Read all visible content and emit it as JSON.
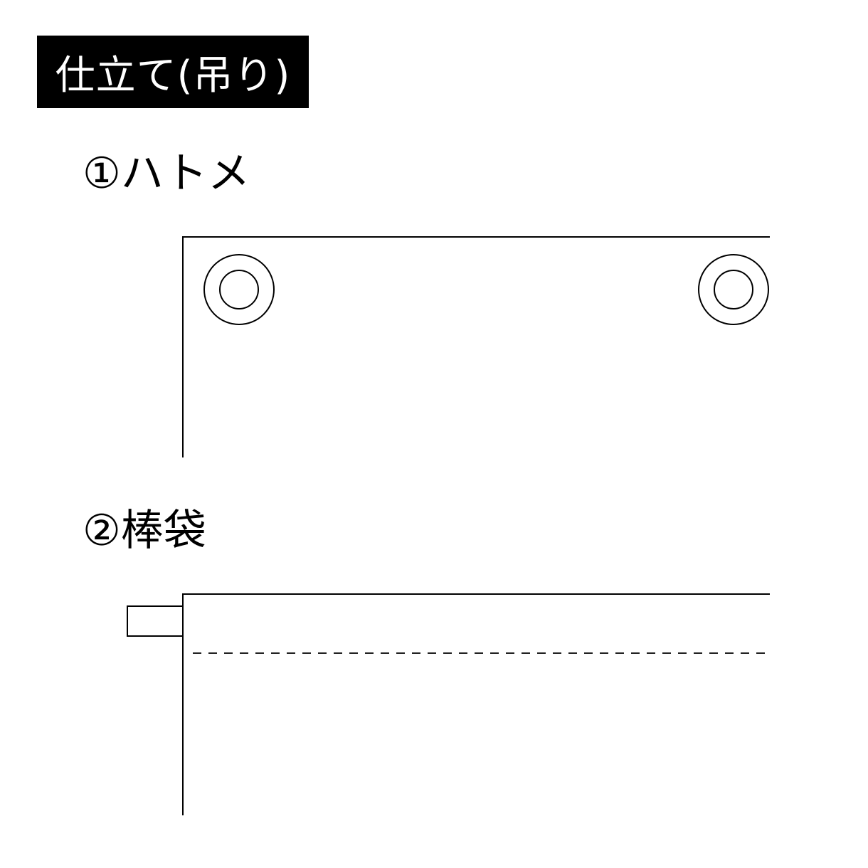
{
  "title": "仕立て(吊り)",
  "sections": [
    {
      "heading": "①ハトメ"
    },
    {
      "heading": "②棒袋"
    }
  ],
  "colors": {
    "background": "#ffffff",
    "ink": "#000000",
    "title_text": "#ffffff"
  }
}
